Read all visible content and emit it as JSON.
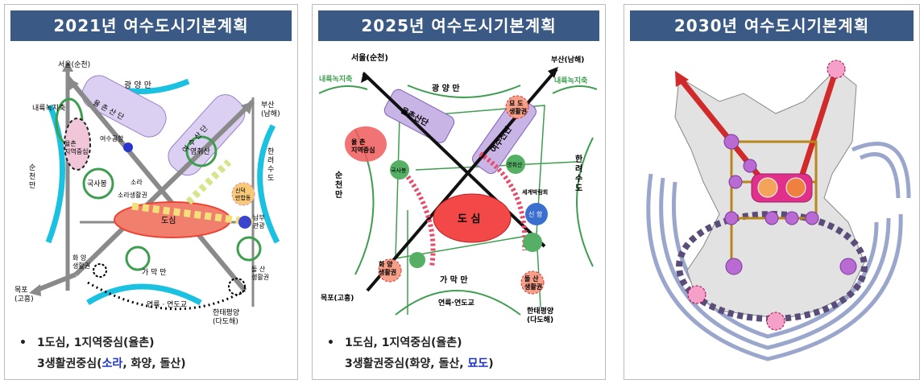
{
  "panels": [
    {
      "title": "2021년 여수도시기본계획",
      "labels": {
        "seoul": "서울(순천)",
        "gwangyang": "광 양 만",
        "busan": "부산\n(남해)",
        "inland": "내륙녹지축",
        "yulchon_ind": "율 촌 산 단",
        "yeosu_ind": "여 수 산 단",
        "yulchon_center": "율촌\n지역중심",
        "yeosu_airport": "여수공항",
        "guksa": "국사봉",
        "yeongchwi": "영취산",
        "sora": "소라",
        "sora_zone": "소라생활권",
        "center": "도심",
        "soncheon": "순\n천\n만",
        "hanryeo": "한\n려\n수\n도",
        "hwayang": "화 양\n생활권",
        "mokpo": "목포\n(고흥)",
        "gamak": "가 막 만",
        "dolsan": "돌 산\n생활권",
        "bridge": "연륙 · 연도교",
        "hantae": "한태평양\n(다도해)",
        "south_tour": "남부\n관광",
        "sindeok": "신덕\n만합동"
      },
      "notes": {
        "bullet": "•",
        "line1": "1도심, 1지역중심(율촌)",
        "line2_prefix": "3생활권중심(",
        "line2_hl": "소라",
        "line2_suffix": ", 화양, 돌산)"
      }
    },
    {
      "title": "2025년 여수도시기본계획",
      "labels": {
        "seoul": "서울(순천)",
        "gwangyang": "광 양 만",
        "busan": "부산(남해)",
        "inland_l": "내륙녹지축",
        "inland_r": "내륙녹지축",
        "yulchon_ind": "율촌산단",
        "yeosu_ind": "여수산단",
        "yulchon_center": "율 촌\n지역중심",
        "myodo": "묘 도\n생활권",
        "guksa": "국사봉",
        "yeongchwi": "영취산",
        "soncheon": "순\n천\n만",
        "hanryeo": "한\n려\n수\n도",
        "center": "도 심",
        "expo": "세계박람회",
        "sinhang": "신 항",
        "hwayang": "화 양\n생활권",
        "mokpo": "목포(고흥)",
        "gamak": "가 막 만",
        "dolsan": "돌 산\n생활권",
        "bridge": "연륙·연도교",
        "hantae": "한태평양\n(다도해)"
      },
      "notes": {
        "bullet": "•",
        "line1": "1도심, 1지역중심(율촌)",
        "line2_prefix": "3생활권중심(화양, 돌산, ",
        "line2_hl": "묘도",
        "line2_suffix": ")"
      }
    },
    {
      "title": "2030년 여수도시기본계획",
      "labels": {}
    }
  ],
  "colors": {
    "header": "#3a5a85",
    "highlight": "#1f35c7",
    "green": "#3e9e4f",
    "red": "#e84a4a",
    "purple": "#c9b4e6",
    "cyan": "#1ac1e0"
  }
}
